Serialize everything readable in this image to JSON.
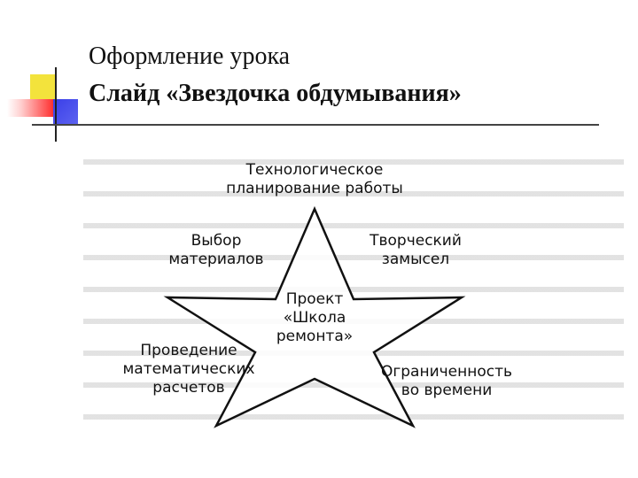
{
  "slide": {
    "title_line1": "Оформление урока",
    "title_line2": "Слайд «Звездочка обдумывания»"
  },
  "diagram": {
    "top": [
      "Технологическое",
      "планирование работы"
    ],
    "left": [
      "Выбор",
      "материалов"
    ],
    "right": [
      "Творческий",
      "замысел"
    ],
    "center": [
      "Проект",
      "«Школа",
      "ремонта»"
    ],
    "bottom_left": [
      "Проведение",
      "математических",
      "расчетов"
    ],
    "bottom_right": [
      "Ограниченность",
      "во времени"
    ]
  }
}
